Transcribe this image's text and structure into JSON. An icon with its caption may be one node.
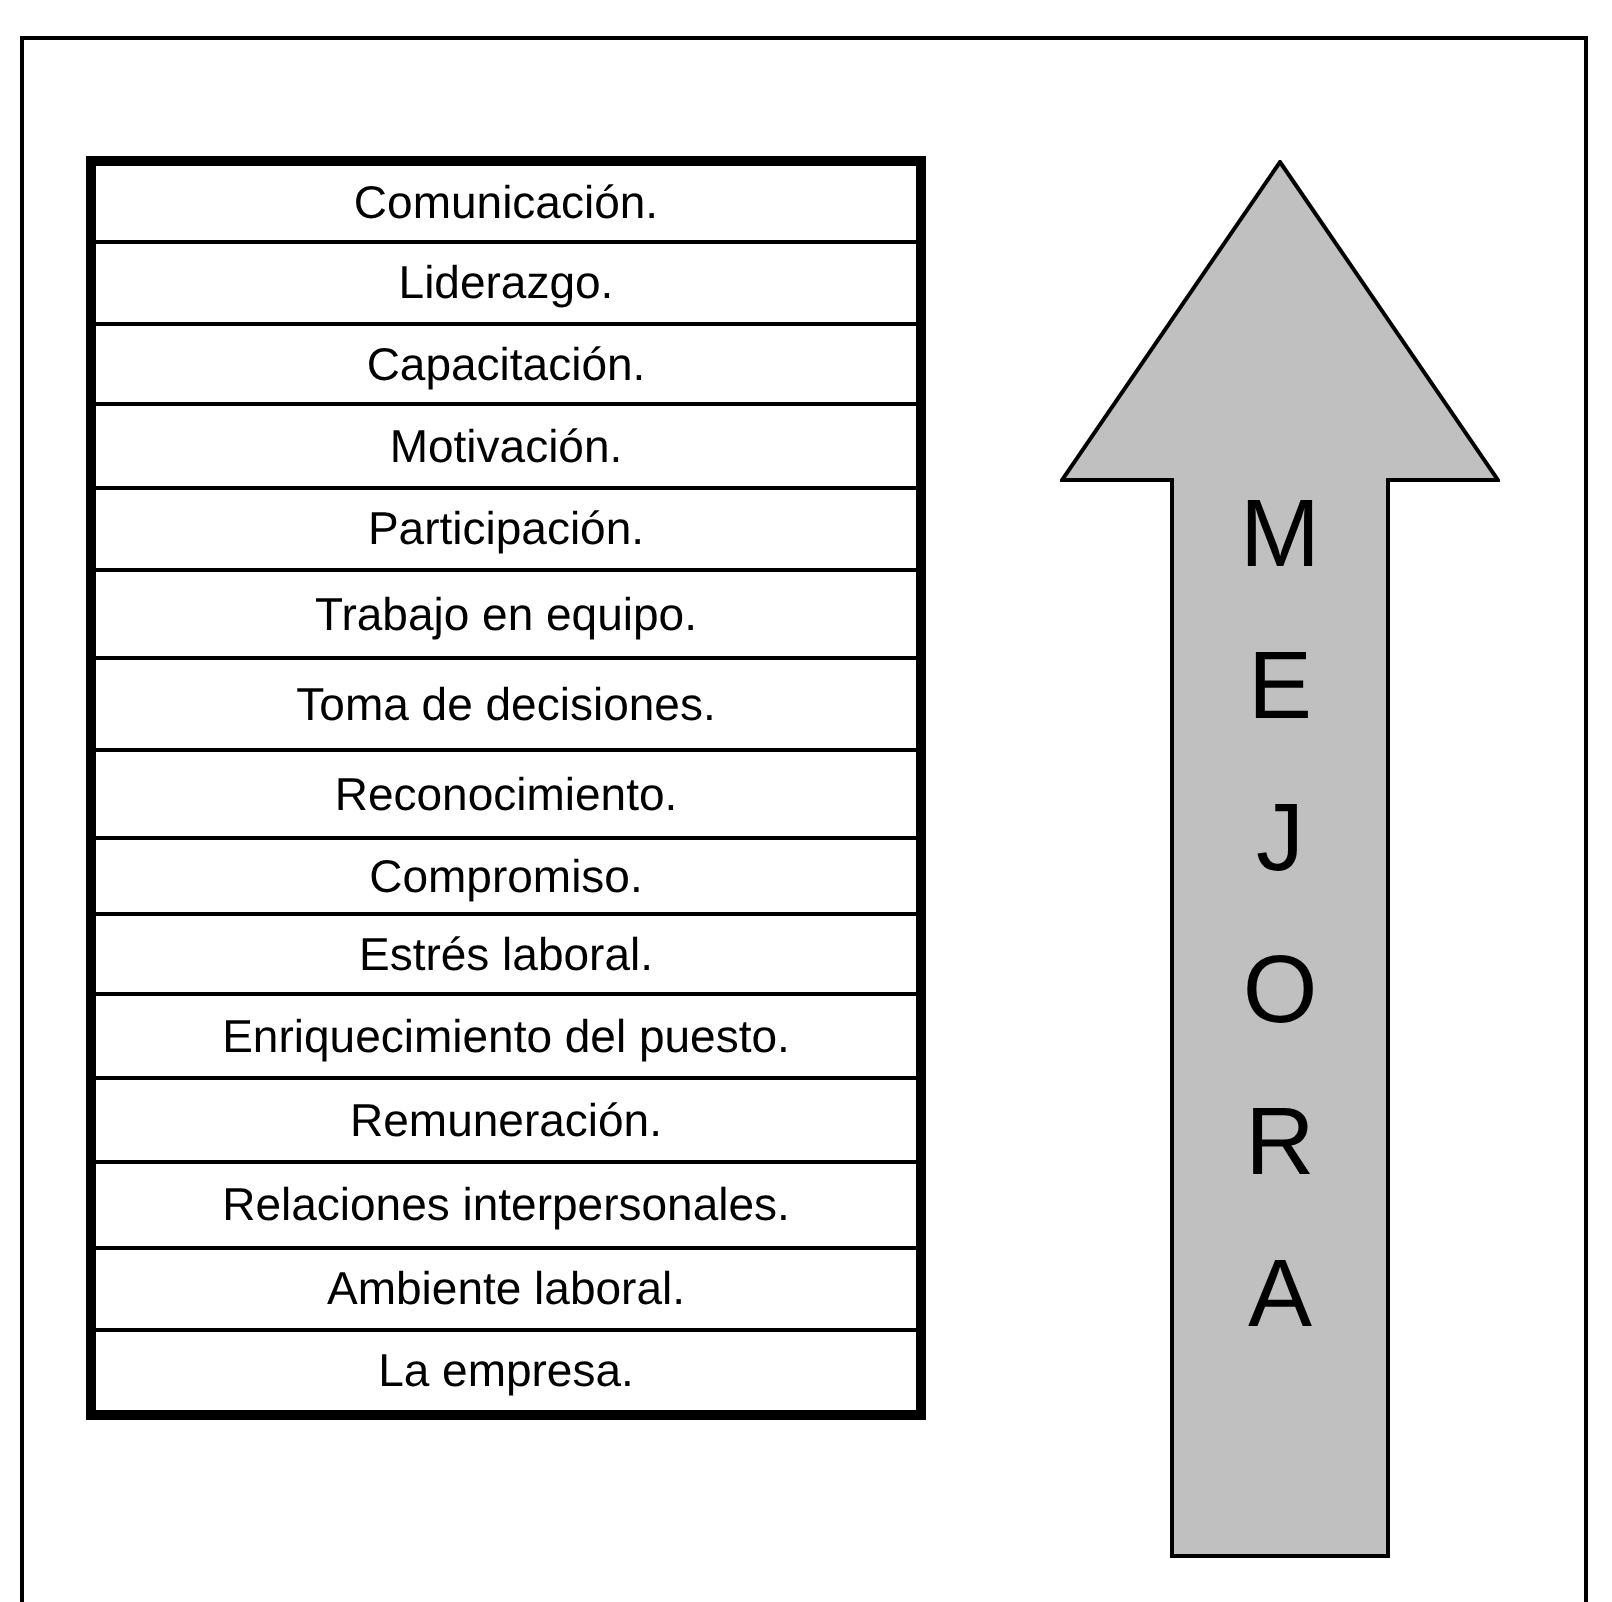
{
  "diagram": {
    "nodes": [
      {
        "text": [
          "Comunicación."
        ]
      },
      {
        "text": [
          "Liderazgo."
        ]
      },
      {
        "text": [
          "Capacitación."
        ]
      },
      {
        "text": [
          "Motivación."
        ]
      },
      {
        "text": [
          "Participación."
        ]
      },
      {
        "text": [
          "Trabajo en equipo."
        ]
      },
      {
        "text": [
          "Toma de decisiones."
        ]
      },
      {
        "text": [
          "Reconocimiento."
        ]
      },
      {
        "text": [
          "Compromiso."
        ]
      },
      {
        "text": [
          "Estrés laboral."
        ]
      },
      {
        "text": [
          "Enriquecimiento del puesto."
        ]
      },
      {
        "text": [
          "Remuneración."
        ]
      },
      {
        "text": [
          "Relaciones interpersonales."
        ]
      },
      {
        "text": [
          "Ambiente laboral."
        ]
      },
      {
        "text": [
          "La empresa."
        ]
      },
      {
        "text": [
          "MEJORA"
        ]
      }
    ],
    "edges": []
  }
}
